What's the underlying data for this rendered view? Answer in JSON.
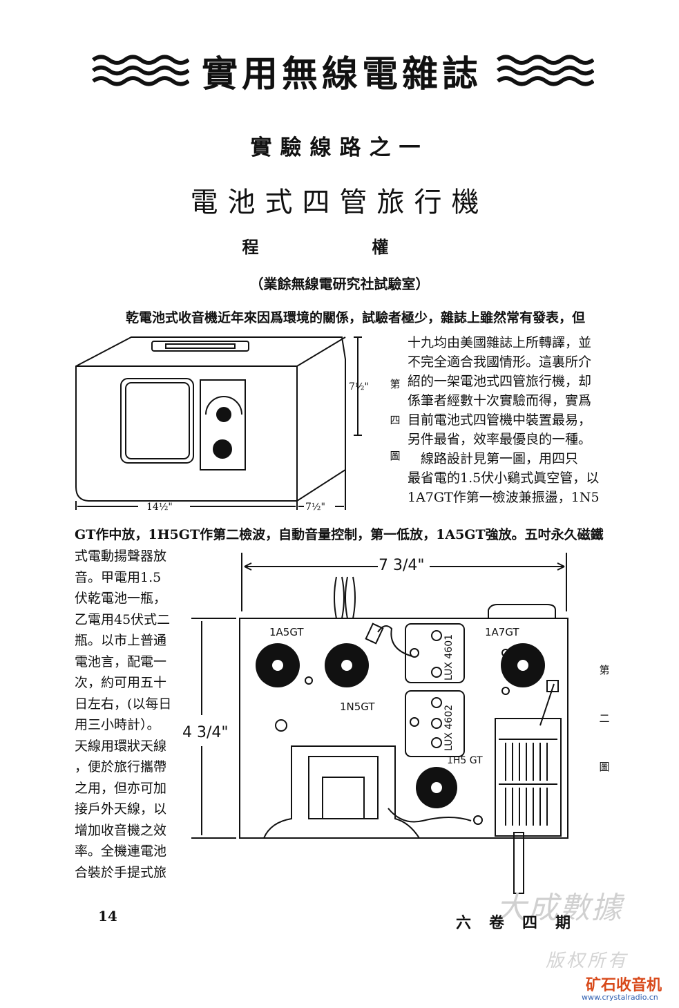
{
  "masthead": {
    "title": "實用無線電雜誌"
  },
  "article": {
    "series": "實驗線路之一",
    "title": "電池式四管旅行機",
    "author": "程　權",
    "affiliation": "（業餘無線電研究社試驗室）"
  },
  "body": {
    "intro": "乾電池式收音機近年來因爲環境的關係，試驗者極少，雜誌上雖然常有發表，但",
    "right_lines": [
      "十九均由美國雜誌上所轉譯，並",
      "不完全適合我國情形。這裏所介",
      "紹的一架電池式四管旅行機，却",
      "係筆者經數十次實驗而得，實爲",
      "目前電池式四管機中裝置最易，",
      "另件最省，效率最優良的一種。",
      "　線路設計見第一圖，用四只",
      "最省電的1.5伏小鷄式眞空管，以",
      "1A7GT作第一檢波兼振盪，1N5"
    ],
    "full_line": "GT作中放，1H5GT作第二檢波，自動音量控制，第一低放，1A5GT強放。五吋永久磁鐵",
    "left_lines": [
      "式電動揚聲器放",
      "音。甲電用1.5",
      "伏乾電池一瓶，",
      "乙電用45伏式二",
      "瓶。以市上普通",
      "電池言，配電一",
      "次，約可用五十",
      "日左右，(以每日",
      "用三小時計）。",
      "天線用環狀天線",
      "，便於旅行攜帶",
      "之用，但亦可加",
      "接戶外天線，以",
      "增加收音機之效",
      "率。全機連電池",
      "合裝於手提式旅"
    ]
  },
  "figure4": {
    "label": "第四圖",
    "dim_height": "7½\"",
    "dim_width": "14½\"",
    "dim_depth": "7½\""
  },
  "figure2": {
    "label": "第二圖",
    "dim_width": "7 3/4\"",
    "dim_height": "4 3/4\"",
    "tubes": [
      "1A5GT",
      "1N5GT",
      "1A7GT",
      "1H5 GT"
    ],
    "transformers": [
      "LUX 4601",
      "LUX 4602"
    ]
  },
  "footer": {
    "page": "14",
    "issue": "六卷四期",
    "watermark": "大成數據",
    "watermark2": "版权所有",
    "site_name": "矿石收音机",
    "site_url": "www.crystalradio.cn"
  },
  "colors": {
    "ink": "#111111",
    "site_name": "#d84a1b",
    "site_url": "#2a5cae"
  }
}
